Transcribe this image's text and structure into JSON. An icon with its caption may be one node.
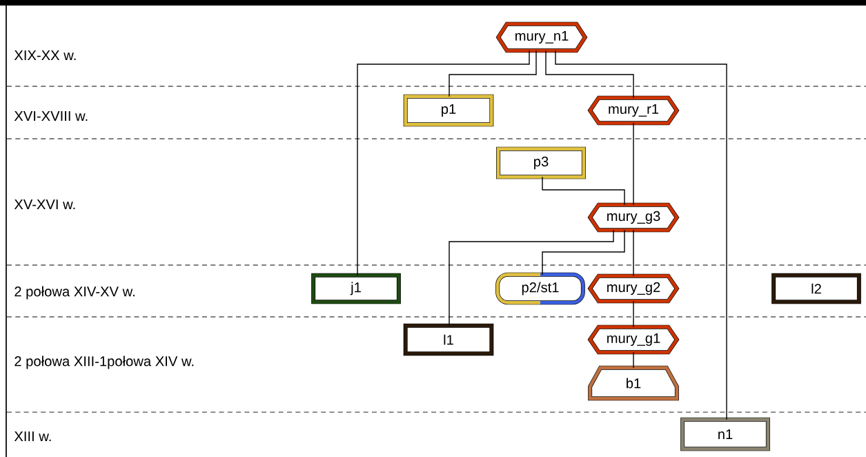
{
  "diagram": {
    "nodes": [
      {
        "text": [
          "mury_n1"
        ]
      },
      {
        "text": [
          "p1"
        ]
      },
      {
        "text": [
          "mury_r1"
        ]
      },
      {
        "text": [
          "p3"
        ]
      },
      {
        "text": [
          "mury_g3"
        ]
      },
      {
        "text": [
          "j1"
        ]
      },
      {
        "text": [
          "p2/st1"
        ]
      },
      {
        "text": [
          "mury_g2"
        ]
      },
      {
        "text": [
          "l2"
        ]
      },
      {
        "text": [
          "l1"
        ]
      },
      {
        "text": [
          "mury_g1"
        ]
      },
      {
        "text": [
          "b1"
        ]
      },
      {
        "text": [
          "n1"
        ]
      }
    ],
    "edges": [
      {
        "from": 0,
        "to": 5,
        "arrow": "none"
      },
      {
        "from": 0,
        "to": 1,
        "arrow": "none"
      },
      {
        "from": 0,
        "to": 2,
        "arrow": "none"
      },
      {
        "from": 0,
        "to": 12,
        "arrow": "none"
      },
      {
        "from": 2,
        "to": 4,
        "arrow": "none"
      },
      {
        "from": 3,
        "to": 4,
        "arrow": "none"
      },
      {
        "from": 4,
        "to": 9,
        "arrow": "none"
      },
      {
        "from": 4,
        "to": 6,
        "arrow": "none"
      },
      {
        "from": 4,
        "to": 7,
        "arrow": "none"
      },
      {
        "from": 7,
        "to": 10,
        "arrow": "none"
      },
      {
        "from": 10,
        "to": 11,
        "arrow": "none"
      }
    ],
    "labels": [
      "XIX-XX w.",
      "XVI-XVIII w.",
      "XV-XVI w.",
      "2 połowa XIV-XV w.",
      "2 połowa XIII-1połowa XIV w.",
      "XIII w."
    ]
  }
}
